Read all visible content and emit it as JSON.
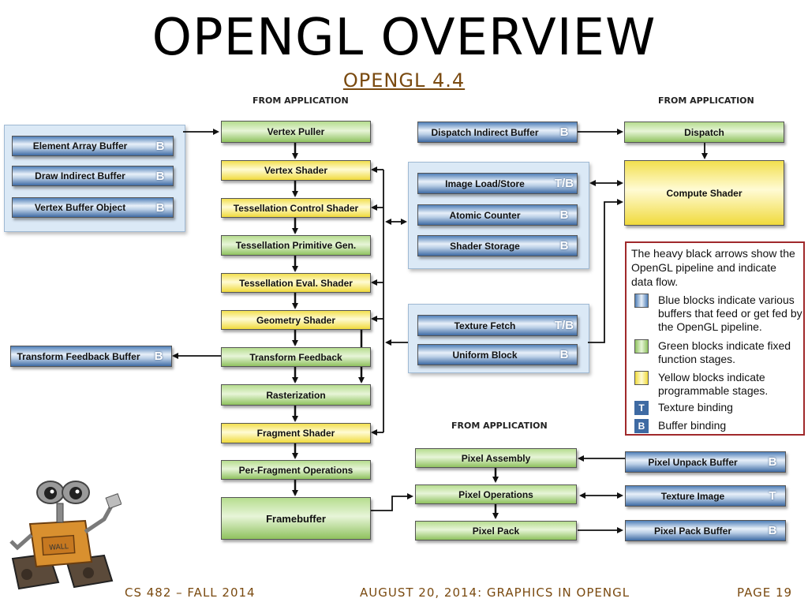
{
  "title": "OPENGL OVERVIEW",
  "subtitle": "OPENGL 4.4",
  "headers": {
    "from_app_1": "FROM APPLICATION",
    "from_app_2": "FROM APPLICATION",
    "from_app_3": "FROM APPLICATION"
  },
  "pipeline": [
    "Vertex Puller",
    "Vertex Shader",
    "Tessellation Control Shader",
    "Tessellation Primitive Gen.",
    "Tessellation Eval. Shader",
    "Geometry Shader",
    "Transform Feedback",
    "Rasterization",
    "Fragment Shader",
    "Per-Fragment Operations",
    "Framebuffer"
  ],
  "left_buffers": [
    {
      "label": "Element Array Buffer",
      "bind": "B"
    },
    {
      "label": "Draw Indirect Buffer",
      "bind": "B"
    },
    {
      "label": "Vertex Buffer Object",
      "bind": "B"
    }
  ],
  "transform_feedback_buffer": {
    "label": "Transform Feedback Buffer",
    "bind": "B"
  },
  "compute": {
    "dispatch_indirect": {
      "label": "Dispatch Indirect Buffer",
      "bind": "B"
    },
    "dispatch": "Dispatch",
    "compute_shader": "Compute Shader"
  },
  "shared_buffers": [
    {
      "label": "Image Load/Store",
      "bind": "T/B"
    },
    {
      "label": "Atomic Counter",
      "bind": "B"
    },
    {
      "label": "Shader Storage",
      "bind": "B"
    }
  ],
  "texture_buffers": [
    {
      "label": "Texture Fetch",
      "bind": "T/B"
    },
    {
      "label": "Uniform Block",
      "bind": "B"
    }
  ],
  "pixel": {
    "assembly": "Pixel Assembly",
    "operations": "Pixel Operations",
    "pack": "Pixel Pack",
    "unpack_buffer": {
      "label": "Pixel Unpack Buffer",
      "bind": "B"
    },
    "texture_image": {
      "label": "Texture Image",
      "bind": "T"
    },
    "pack_buffer": {
      "label": "Pixel Pack Buffer",
      "bind": "B"
    }
  },
  "legend": {
    "heading": "The heavy black arrows show the OpenGL pipeline and indicate data flow.",
    "blue": "Blue blocks indicate various buffers that feed or get fed by the OpenGL pipeline.",
    "green": "Green blocks indicate fixed function stages.",
    "yellow": "Yellow blocks indicate programmable stages.",
    "t_sym": "T",
    "t_text": "Texture binding",
    "b_sym": "B",
    "b_text": "Buffer binding"
  },
  "footer": {
    "course": "CS 482 – FALL 2014",
    "lecture": "AUGUST 20, 2014: GRAPHICS IN OPENGL",
    "page": "PAGE 19"
  },
  "colors": {
    "green": "#b6dd8f",
    "yellow": "#f2df4e",
    "blue": "#4f7fb8",
    "legend_border": "#a0292b",
    "footer_text": "#7a4a10"
  }
}
